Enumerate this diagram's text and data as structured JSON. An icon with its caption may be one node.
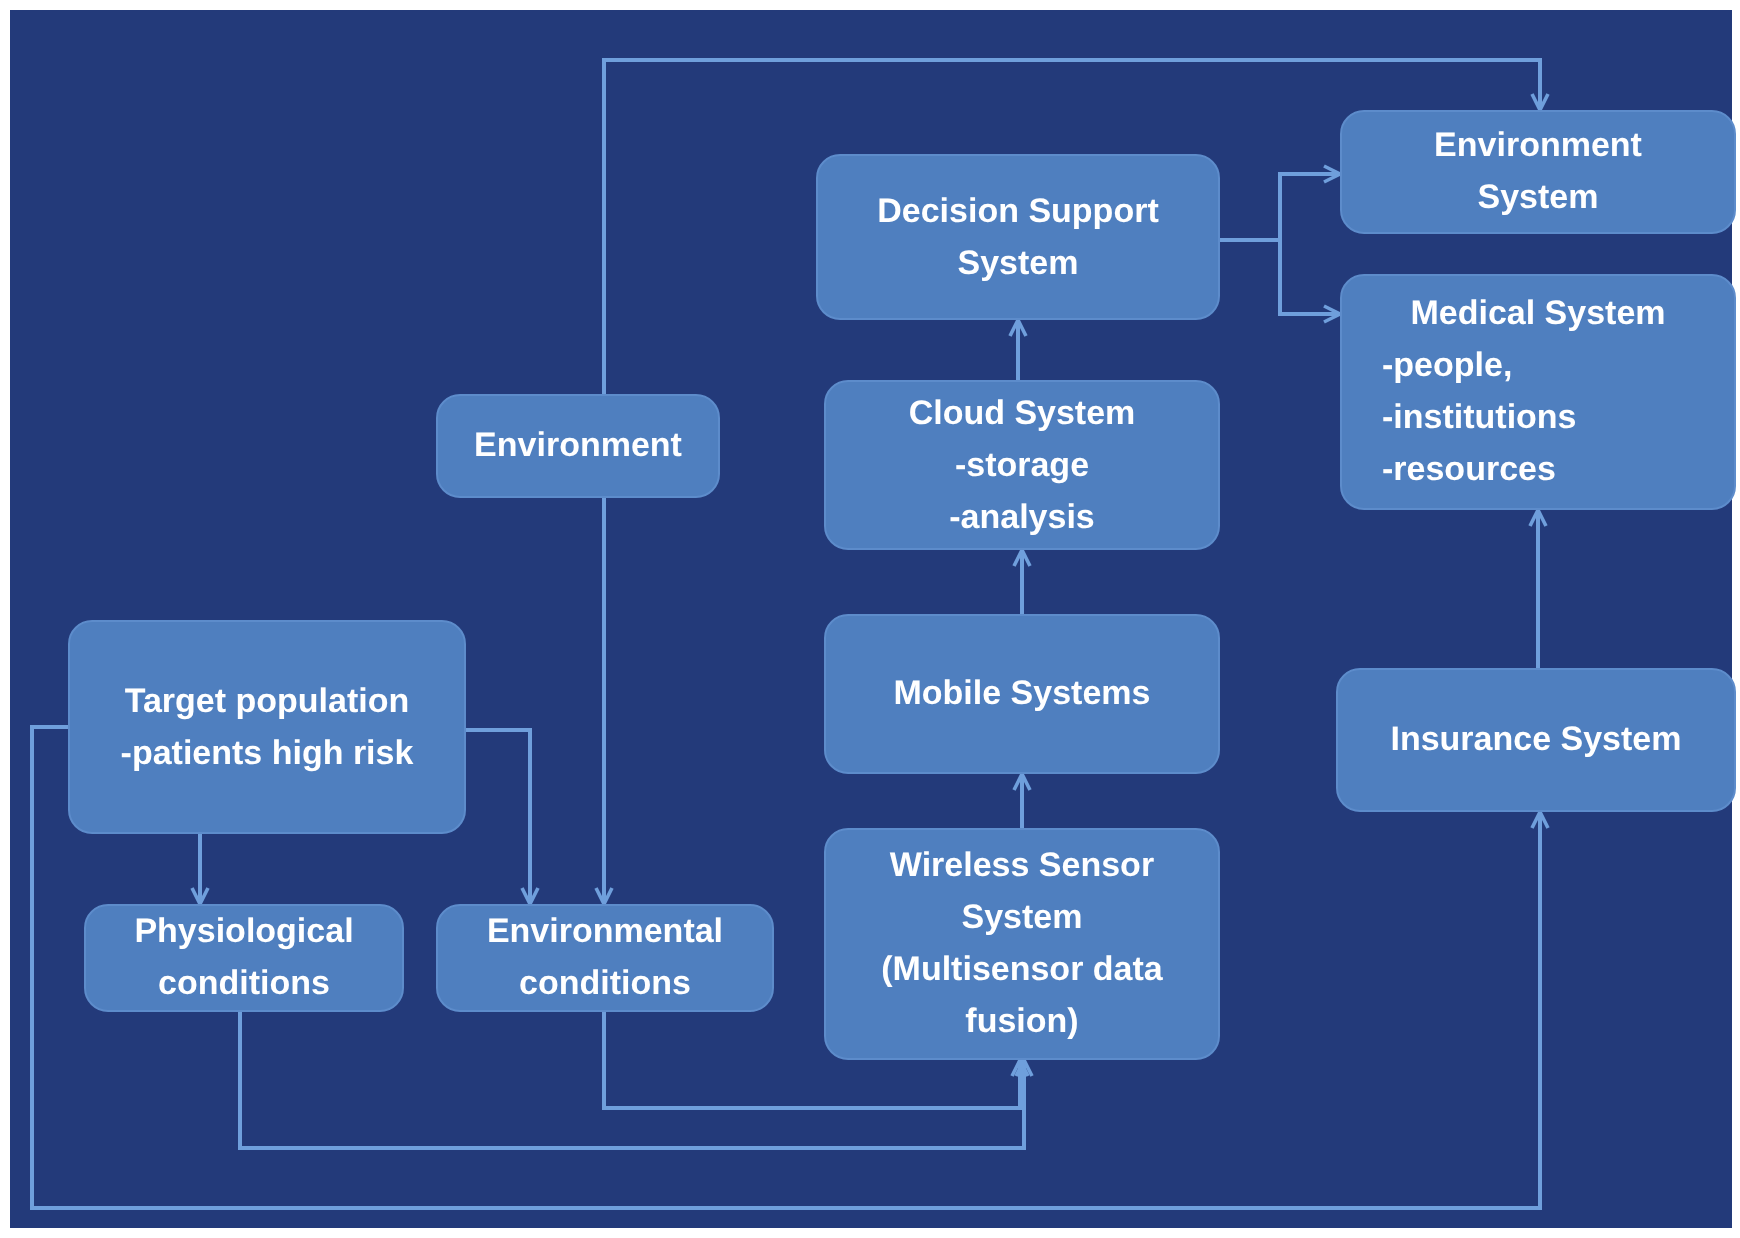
{
  "diagram": {
    "nodes": [
      {
        "text": [
          "Environment"
        ]
      },
      {
        "text": [
          "Decision Support System"
        ]
      },
      {
        "text": [
          "Environment System"
        ]
      },
      {
        "text": [
          "Medical System",
          "-people,",
          "-institutions",
          "-resources"
        ]
      },
      {
        "text": [
          "Cloud System",
          "-storage",
          "-analysis"
        ]
      },
      {
        "text": [
          "Target population",
          "-patients high risk"
        ]
      },
      {
        "text": [
          "Mobile Systems"
        ]
      },
      {
        "text": [
          "Insurance System"
        ]
      },
      {
        "text": [
          "Physiological conditions"
        ]
      },
      {
        "text": [
          "Environmental conditions"
        ]
      },
      {
        "text": [
          "Wireless Sensor System (Multisensor data fusion)"
        ]
      }
    ],
    "edges": [
      {
        "from": 0,
        "to": 2,
        "arrow": "to"
      },
      {
        "from": 0,
        "to": 9,
        "arrow": "to"
      },
      {
        "from": 1,
        "to": 2,
        "arrow": "to"
      },
      {
        "from": 1,
        "to": 3,
        "arrow": "to"
      },
      {
        "from": 4,
        "to": 1,
        "arrow": "to"
      },
      {
        "from": 6,
        "to": 4,
        "arrow": "to"
      },
      {
        "from": 10,
        "to": 6,
        "arrow": "to"
      },
      {
        "from": 5,
        "to": 8,
        "arrow": "to"
      },
      {
        "from": 5,
        "to": 9,
        "arrow": "to"
      },
      {
        "from": 5,
        "to": 7,
        "arrow": "to"
      },
      {
        "from": 8,
        "to": 10,
        "arrow": "to"
      },
      {
        "from": 9,
        "to": 10,
        "arrow": "to"
      },
      {
        "from": 7,
        "to": 3,
        "arrow": "to"
      }
    ]
  }
}
